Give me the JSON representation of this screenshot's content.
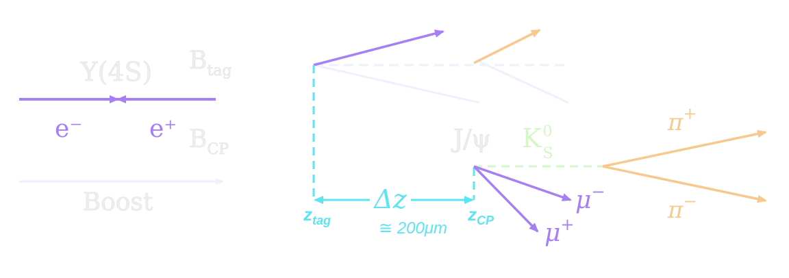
{
  "colors": {
    "purple": "#a77ff5",
    "cyan": "#5ee3f2",
    "orange": "#f7c98e",
    "light_green": "#d4f7c8",
    "faint_blue": "#edf1fb",
    "faint_purple": "#e8e3f8"
  },
  "collision": {
    "upsilon_label": "Υ(4S)",
    "electron_label": "e⁻",
    "positron_label": "e⁺",
    "boost_label": "Boost"
  },
  "b_mesons": {
    "btag_base": "B",
    "btag_sub": "tag",
    "bcp_base": "B",
    "bcp_sub": "CP"
  },
  "vertices": {
    "ztag_base": "z",
    "ztag_sub": "tag",
    "zcp_base": "z",
    "zcp_sub": "CP",
    "delta_z_label": "Δz",
    "approx_label": "≅ 200μm"
  },
  "particles": {
    "jpsi_label": "J/ψ",
    "ks_base": "K",
    "ks_sub": "S",
    "ks_sup": "0",
    "mu_minus_base": "μ",
    "mu_minus_sup": "−",
    "mu_plus_base": "μ",
    "mu_plus_sup": "+",
    "pi_plus_base": "π",
    "pi_plus_sup": "+",
    "pi_minus_base": "π",
    "pi_minus_sup": "−"
  }
}
